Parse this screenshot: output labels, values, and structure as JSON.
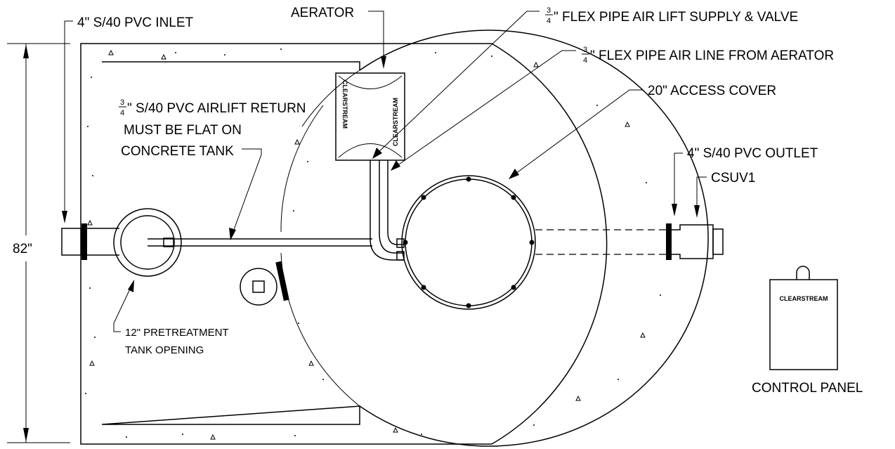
{
  "labels": {
    "inlet": "4\" S/40 PVC INLET",
    "aerator": "AERATOR",
    "supply": "\" FLEX PIPE AIR LIFT SUPPLY & VALVE",
    "airline": "\" FLEX PIPE AIR LINE FROM AERATOR",
    "access": "20\" ACCESS COVER",
    "return1": "\" S/40 PVC AIRLIFT RETURN",
    "return2": "MUST BE FLAT ON",
    "return3": "CONCRETE TANK",
    "outlet": "4\" S/40 PVC OUTLET",
    "csuv": "CSUV1",
    "dimension": "82\"",
    "pretreat1": "12\" PRETREATMENT",
    "pretreat2": "TANK OPENING",
    "panel": "CONTROL PANEL"
  },
  "fraction": {
    "num": "3",
    "den": "4"
  },
  "brand": {
    "name": "CLEARSTREAM"
  }
}
